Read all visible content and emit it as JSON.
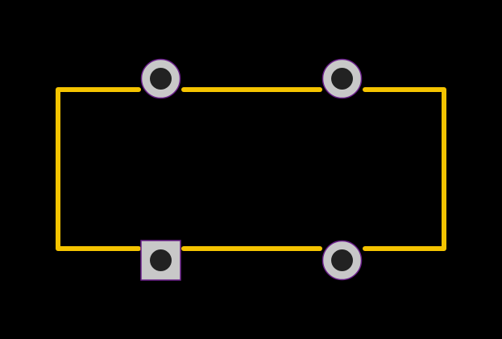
{
  "colors": {
    "background": "#000000",
    "silkscreen": "#f5c400",
    "pad_fill": "#c8c8c8",
    "pad_outline": "#6a1f8a",
    "drill_hole": "#222222"
  },
  "pads": [
    {
      "id": "pad-1",
      "shape": "square"
    },
    {
      "id": "pad-2",
      "shape": "round"
    },
    {
      "id": "pad-3",
      "shape": "round"
    },
    {
      "id": "pad-4",
      "shape": "round"
    }
  ]
}
